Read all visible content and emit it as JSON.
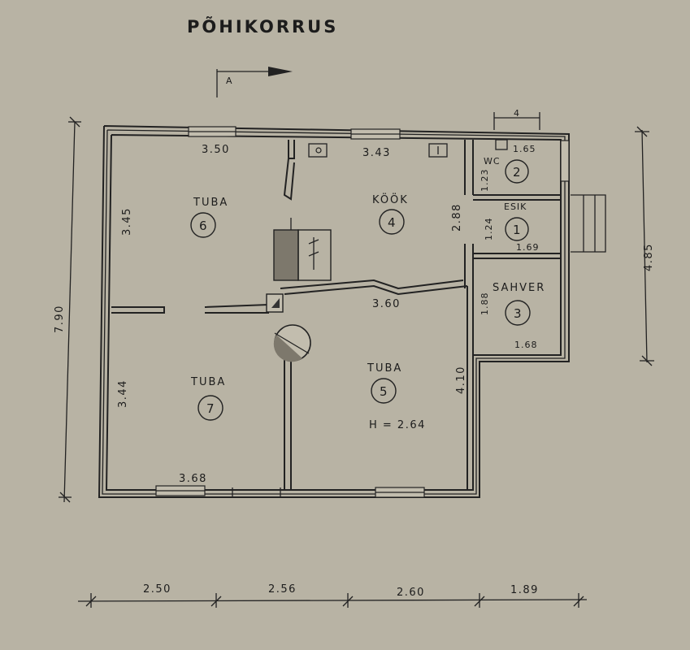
{
  "title": "PÕHIKORRUS",
  "section_marker": "A",
  "rooms": [
    {
      "name": "TUBA",
      "number": "6"
    },
    {
      "name": "KÖÖK",
      "number": "4"
    },
    {
      "name": "WC",
      "number": "2"
    },
    {
      "name": "ESIK",
      "number": "1"
    },
    {
      "name": "SAHVER",
      "number": "3"
    },
    {
      "name": "TUBA",
      "number": "7"
    },
    {
      "name": "TUBA",
      "number": "5"
    }
  ],
  "ceiling_height": "H = 2.64",
  "dimensions": {
    "tuba6_width": "3.50",
    "tuba6_depth": "3.45",
    "kook_width": "3.43",
    "kook_depth": "2.88",
    "wc_width": "1.65",
    "wc_depth": "1.23",
    "wc_detail": "4",
    "esik_depth": "1.24",
    "esik_width": "1.69",
    "sahver_depth": "1.88",
    "sahver_width": "1.68",
    "tuba5_width": "3.60",
    "tuba5_depth": "4.10",
    "tuba7_depth": "3.44",
    "tuba7_width": "3.68",
    "overall_depth": "7.90",
    "right_depth": "4.85",
    "bottom": [
      "2.50",
      "2.56",
      "2.60",
      "1.89"
    ]
  }
}
